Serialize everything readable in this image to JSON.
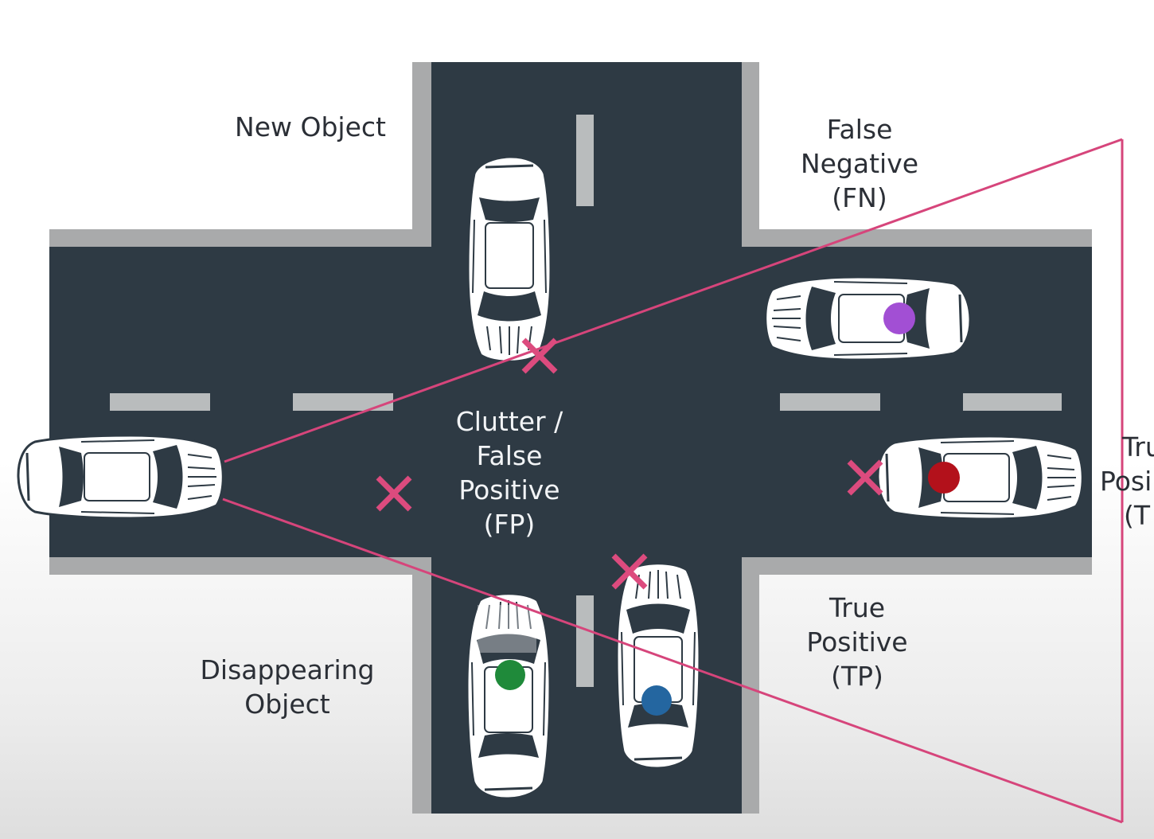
{
  "labels": {
    "new_object": "New Object",
    "false_negative": [
      "False",
      "Negative",
      "(FN)"
    ],
    "clutter": [
      "Clutter /",
      "False",
      "Positive",
      "(FP)"
    ],
    "true_positive": [
      "True",
      "Positive",
      "(TP)"
    ],
    "true_positive_cut": [
      "Tru",
      "Posi",
      "(T"
    ],
    "disappearing": [
      "Disappearing",
      "Object"
    ]
  },
  "colors": {
    "road": "#2e3a44",
    "curb": "#a9aaab",
    "lane_mark": "#b9bcbd",
    "sensor_cone": "#d6457b",
    "marker_x": "#dc4b7e",
    "dot_false_negative": "#a24fd4",
    "dot_true_positive_right": "#b3111b",
    "dot_disappearing": "#1f8a3a",
    "dot_true_positive_bottom": "#2466a0"
  },
  "icons": [
    "car-icon",
    "cross-mark-icon",
    "detection-dot"
  ]
}
